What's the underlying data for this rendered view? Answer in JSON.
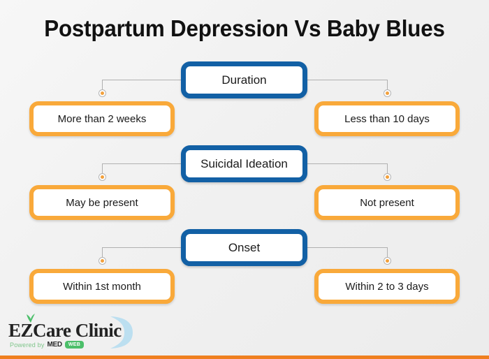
{
  "title": "Postpartum Depression Vs Baby Blues",
  "colors": {
    "background": "#f1f1f1",
    "center_border": "#1260a5",
    "side_border": "#f9a93a",
    "connector_line": "#b0b0b0",
    "node_dot": "#f2a03c",
    "accent_bar": "#ef7f1f",
    "logo_green": "#4cbf6a"
  },
  "rows": [
    {
      "center": "Duration",
      "left": "More than 2 weeks",
      "right": "Less than 10 days"
    },
    {
      "center": "Suicidal Ideation",
      "left": "May be present",
      "right": "Not present"
    },
    {
      "center": "Onset",
      "left": "Within 1st month",
      "right": "Within 2 to 3 days"
    }
  ],
  "logo": {
    "name": "EZCare Clinic",
    "powered_by": "Powered by",
    "med": "MED",
    "web": "WEB"
  }
}
